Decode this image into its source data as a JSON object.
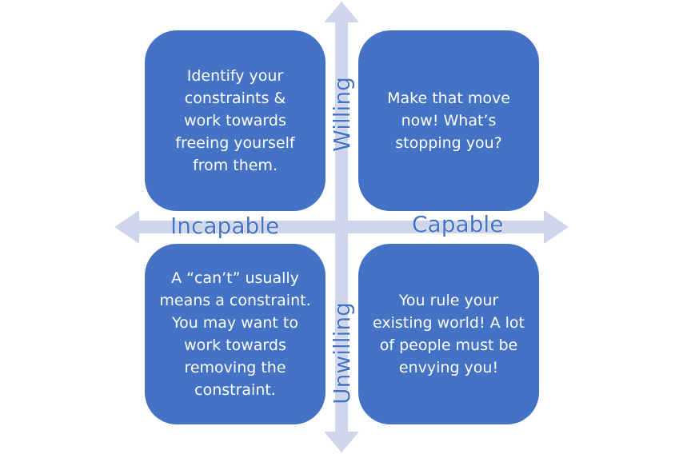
{
  "colors": {
    "box_fill": "#4472C4",
    "box_text": "#FFFFFF",
    "axis_fill": "#CFD5EA",
    "axis_label": "#4472C4"
  },
  "axes": {
    "horizontal": {
      "left_label": "Incapable",
      "right_label": "Capable"
    },
    "vertical": {
      "top_label": "Willing",
      "bottom_label": "Unwilling"
    }
  },
  "quadrants": {
    "top_left": "Identify your constraints & work towards freeing yourself from them.",
    "top_right": "Make that move now! What’s stopping you?",
    "bottom_left": "A “can’t” usually means a constraint. You may want to work towards removing the constraint.",
    "bottom_right": "You rule your existing world! A lot of people must be envying you!"
  }
}
